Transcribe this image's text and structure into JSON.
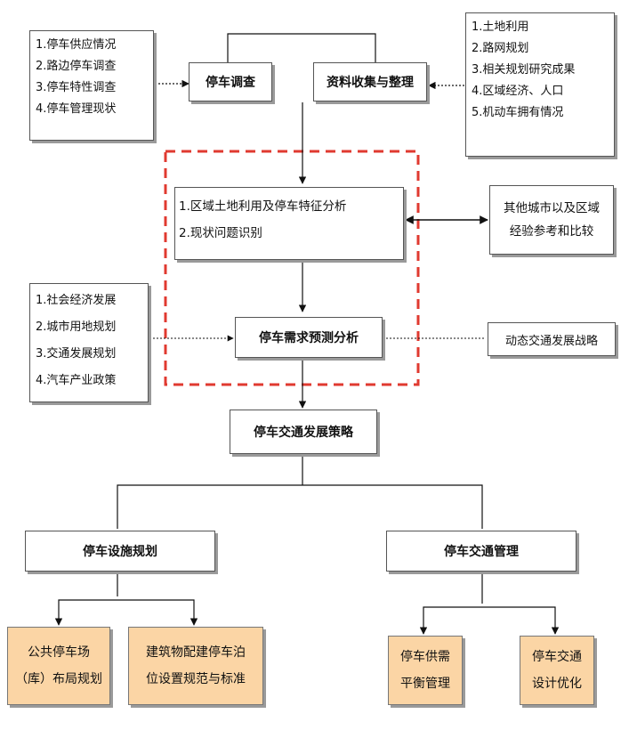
{
  "diagram": {
    "survey_inputs": [
      "1.停车供应情况",
      "2.路边停车调查",
      "3.停车特性调查",
      "4.停车管理现状"
    ],
    "parking_survey": "停车调查",
    "data_collection": "资料收集与整理",
    "data_inputs": [
      "1.土地利用",
      "2.路网规划",
      "3.相关规划研究成果",
      "4.区域经济、人口",
      "5.机动车拥有情况"
    ],
    "analysis": [
      "1.区域土地利用及停车特征分析",
      "2.现状问题识别"
    ],
    "other_cities": [
      "其他城市以及区域",
      "经验参考和比较"
    ],
    "forecast_inputs": [
      "1.社会经济发展",
      "2.城市用地规划",
      "3.交通发展规划",
      "4.汽车产业政策"
    ],
    "demand_forecast": "停车需求预测分析",
    "dynamic_strategy": "动态交通发展战略",
    "development_strategy": "停车交通发展策略",
    "facility_planning": "停车设施规划",
    "traffic_management": "停车交通管理",
    "public_parking": [
      "公共停车场",
      "（库）布局规划"
    ],
    "building_parking": [
      "建筑物配建停车泊",
      "位设置规范与标准"
    ],
    "supply_demand": [
      "停车供需",
      "平衡管理"
    ],
    "design_optimization": [
      "停车交通",
      "设计优化"
    ],
    "colors": {
      "dashed_frame": "#e03a30",
      "leaf_fill": "#fbd5a5",
      "border": "#555555"
    }
  }
}
